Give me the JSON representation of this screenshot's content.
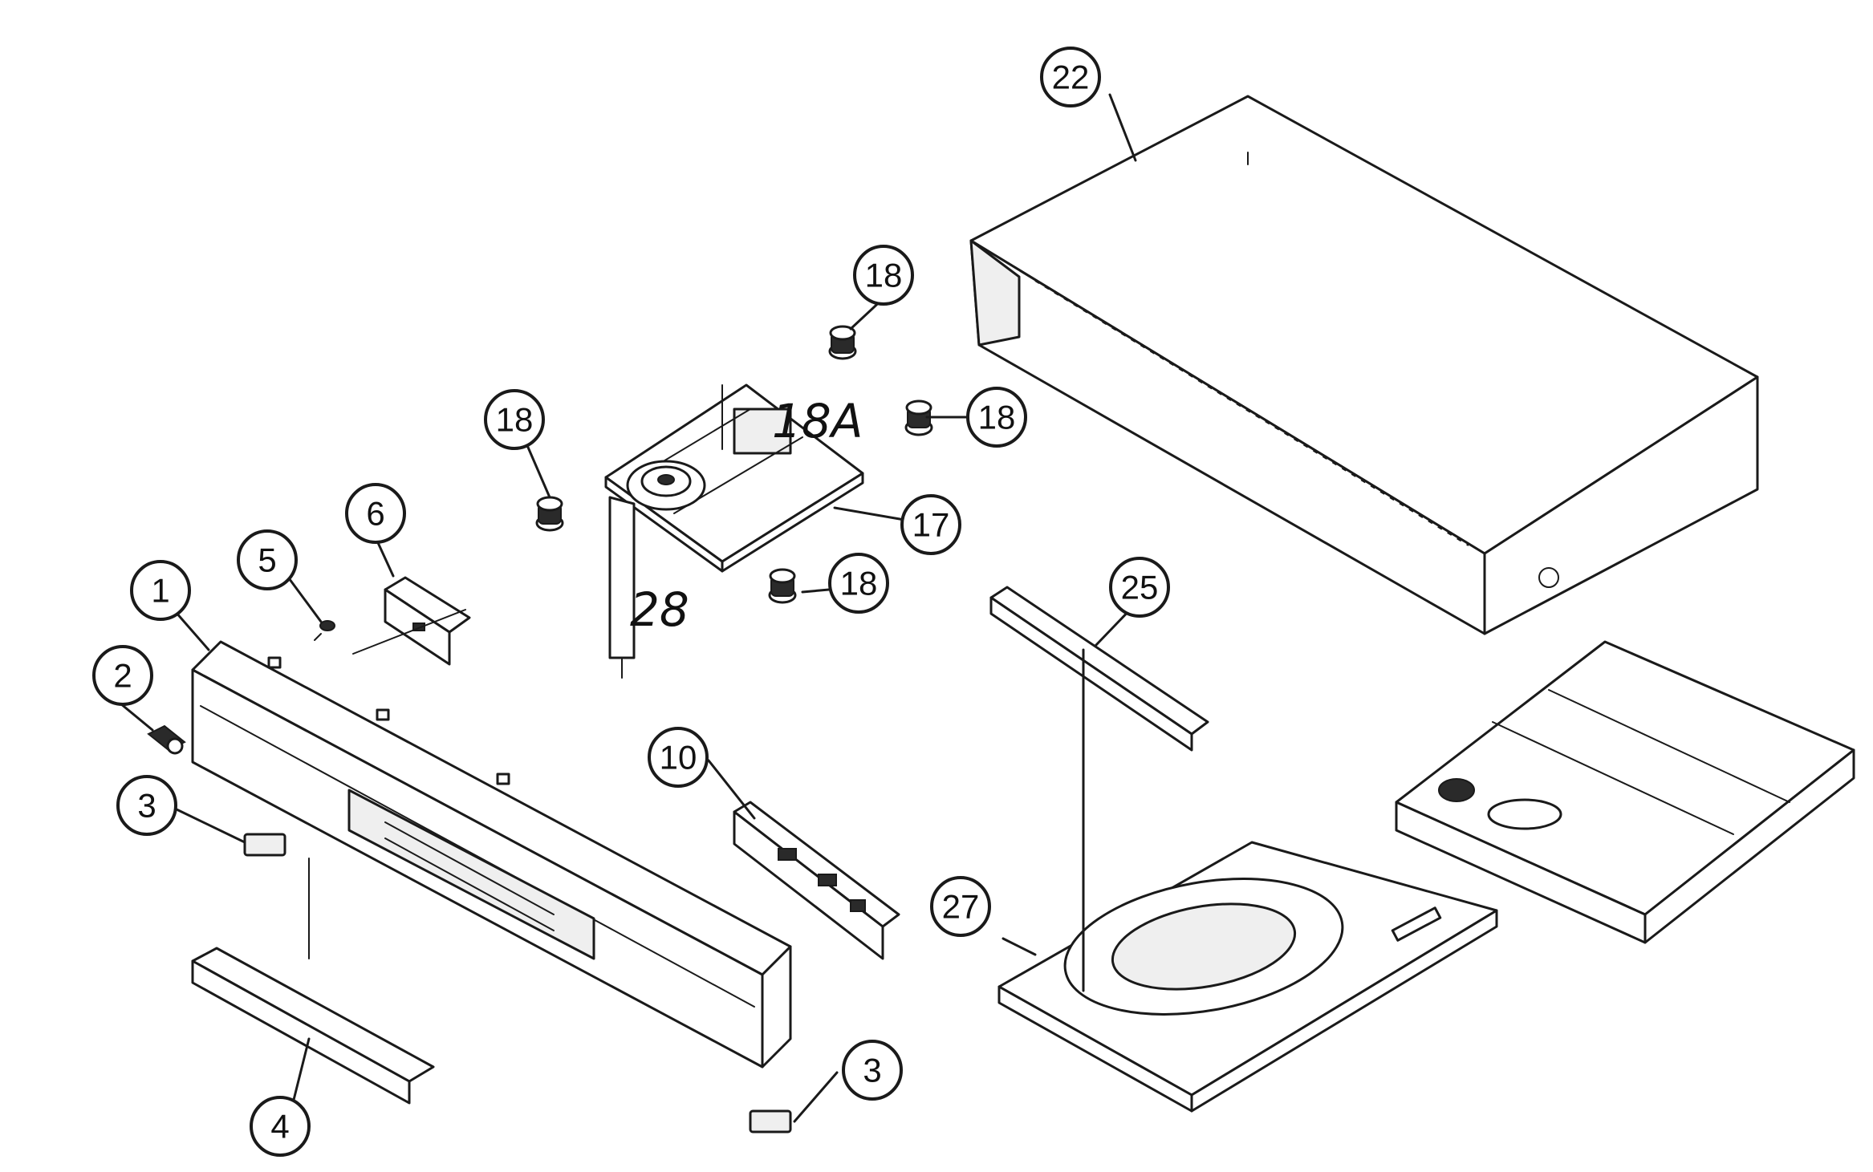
{
  "diagram": {
    "callouts": {
      "p1": "1",
      "p2": "2",
      "p3a": "3",
      "p3b": "3",
      "p4": "4",
      "p5": "5",
      "p6": "6",
      "p10": "10",
      "p17": "17",
      "p18a": "18",
      "p18b": "18",
      "p18c": "18",
      "p18d": "18",
      "p22": "22",
      "p25": "25",
      "p27": "27"
    },
    "handwritten": {
      "h18a": "18A",
      "h28": "28"
    }
  }
}
